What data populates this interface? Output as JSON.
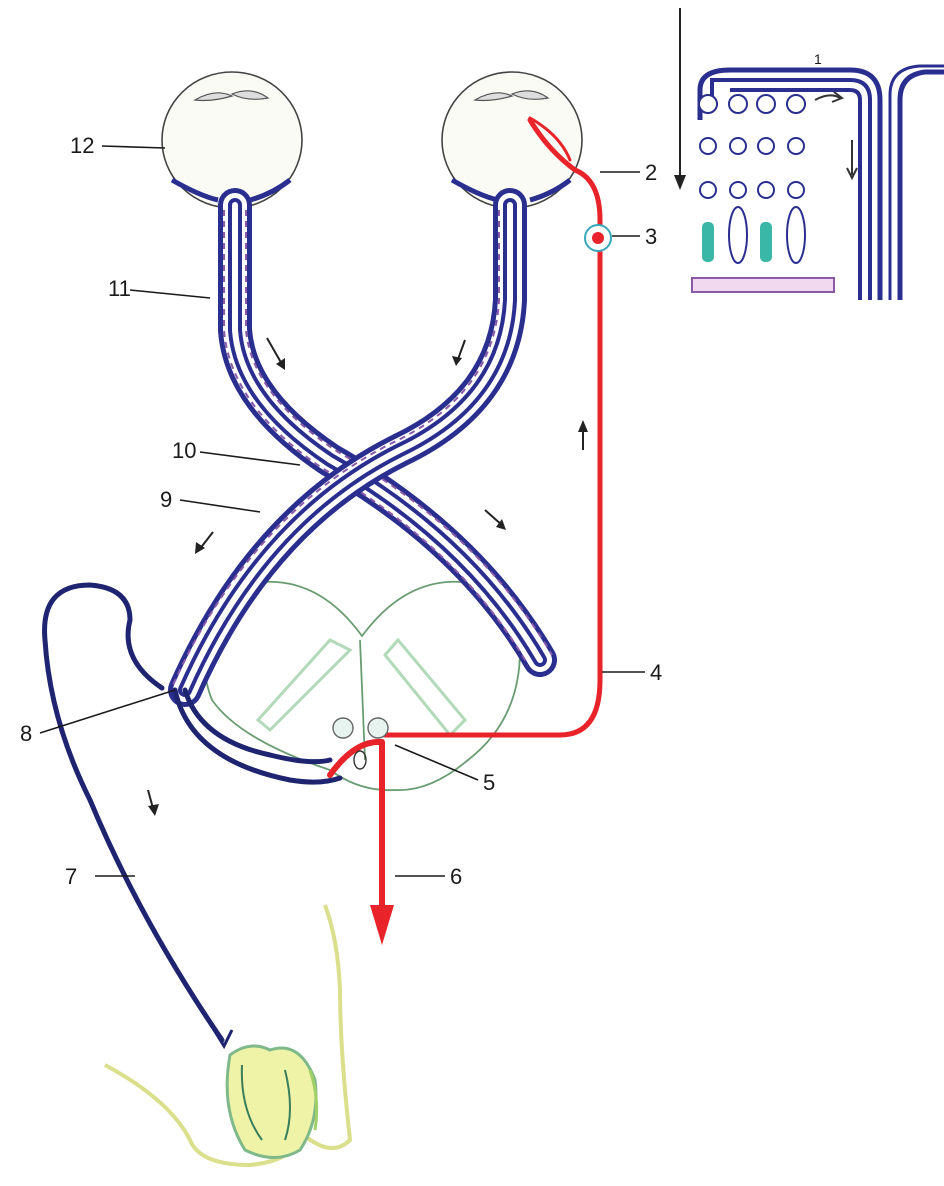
{
  "labels": {
    "l1": "1",
    "l2": "2",
    "l3": "3",
    "l4": "4",
    "l5": "5",
    "l6": "6",
    "l7": "7",
    "l8": "8",
    "l9": "9",
    "l10": "10",
    "l11": "11",
    "l12": "12"
  },
  "colors": {
    "nerve_blue": "#2a2f8f",
    "efferent_red": "#e8232a",
    "spinal_cord_green": "#6a9c72",
    "muscle_yellow": "#eef3a8",
    "receptor_teal": "#3bb7a8"
  }
}
